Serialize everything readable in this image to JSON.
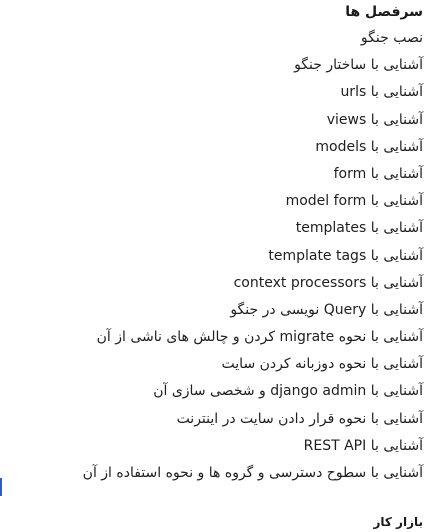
{
  "syllabus": {
    "title": "سرفصل ها",
    "topics": [
      "نصب جنگو",
      "آشنایی با ساختار جنگو",
      "آشنایی با urls",
      "آشنایی با views",
      "آشنایی با models",
      "آشنایی با form",
      "آشنایی با model form",
      "آشنایی با templates",
      "آشنایی با template tags",
      "آشنایی با context processors",
      "آشنایی با Query نویسی در جنگو",
      "آشنایی با نحوه migrate کردن و چالش های ناشی از آن",
      "آشنایی با نحوه دوزبانه کردن سایت",
      "آشنایی با django admin و شخصی سازی آن",
      "آشنایی با نحوه قرار دادن سایت در اینترنت",
      "آشنایی با REST API",
      "آشنایی با سطوح دسترسی و گروه ها و نحوه استفاده از آن"
    ]
  },
  "next_section": {
    "title": "بازار کار"
  },
  "colors": {
    "accent": "#2b5cd6",
    "text": "#1f1f1f"
  }
}
